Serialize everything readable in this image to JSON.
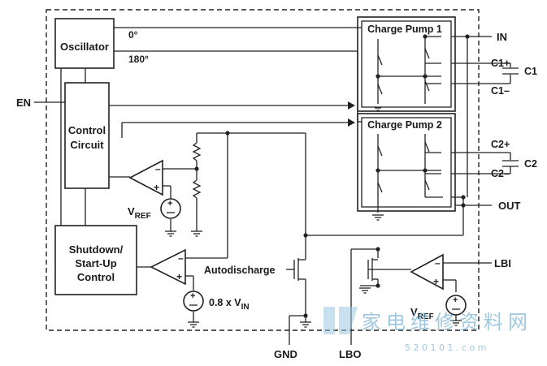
{
  "blocks": {
    "oscillator": "Oscillator",
    "control_line1": "Control",
    "control_line2": "Circuit",
    "shutdown_line1": "Shutdown/",
    "shutdown_line2": "Start-Up",
    "shutdown_line3": "Control",
    "charge_pump_1": "Charge Pump 1",
    "charge_pump_2": "Charge Pump 2"
  },
  "signals": {
    "phase_0": "0°",
    "phase_180": "180°",
    "autodischarge": "Autodischarge",
    "vref_main": "V",
    "vref_sub": "REF",
    "vin_scale": "0.8 x V",
    "vin_sub": "IN",
    "vref2_main": "V",
    "vref2_sub": "REF"
  },
  "pins": {
    "en": "EN",
    "in": "IN",
    "c1_plus": "C1+",
    "c1": "C1",
    "c1_minus": "C1–",
    "c2_plus": "C2+",
    "c2": "C2",
    "c2_minus": "C2–",
    "out": "OUT",
    "lbi": "LBI",
    "gnd": "GND",
    "lbo": "LBO"
  },
  "watermark": {
    "text": "家电维修资料网",
    "url": "5 2 0 1 0 1 . c o m"
  }
}
